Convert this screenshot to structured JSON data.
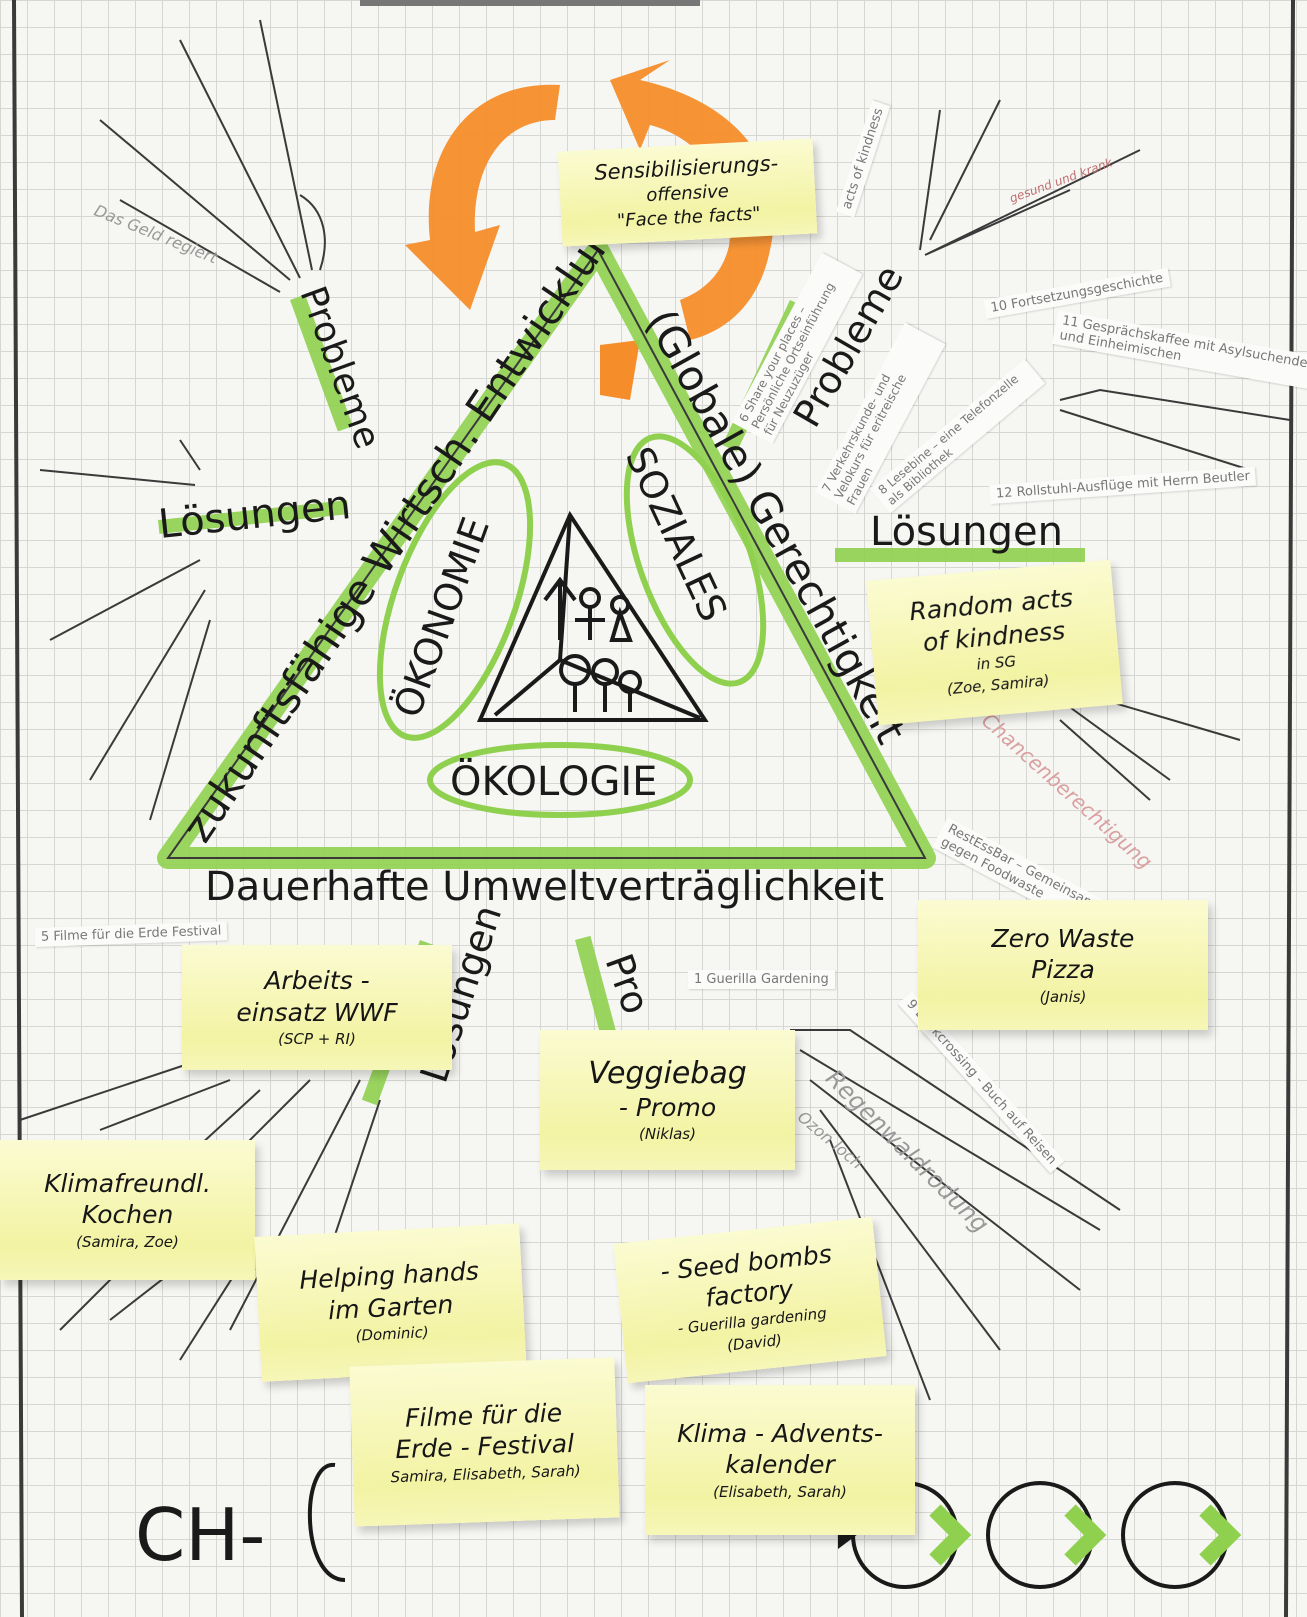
{
  "triangle": {
    "left_side": "zukunftsfähige Wirtsch. Entwicklung",
    "right_side": "(Globale) Gerechtigkeit",
    "bottom_side": "Dauerhafte Umweltverträglichkeit",
    "ovals": {
      "economy": "ÖKONOMIE",
      "social": "SOZIALES",
      "ecology": "ÖKOLOGIE"
    }
  },
  "headings": {
    "problems_left": "Probleme",
    "solutions_left": "Lösungen",
    "problems_right": "Probleme",
    "solutions_right": "Lösungen",
    "solutions_bottom": "Lösungen",
    "problems_bottom": "Pro"
  },
  "bottom_prefix": "CH-",
  "sticky_notes": [
    {
      "id": "sensibilisierung",
      "lines": [
        "Sensibilisierungs-",
        "offensive",
        "\"Face the facts\""
      ],
      "names": ""
    },
    {
      "id": "random-acts",
      "lines": [
        "Random acts",
        "of kindness",
        "in SG"
      ],
      "names": "(Zoe, Samira)"
    },
    {
      "id": "zero-waste",
      "lines": [
        "Zero Waste",
        "Pizza"
      ],
      "names": "(Janis)"
    },
    {
      "id": "arbeitseinsatz",
      "lines": [
        "Arbeits -",
        "einsatz WWF"
      ],
      "names": "(SCP + RI)"
    },
    {
      "id": "veggiebag",
      "lines": [
        "Veggiebag",
        "- Promo"
      ],
      "names": "(Niklas)"
    },
    {
      "id": "klimafreundl",
      "lines": [
        "Klimafreundl.",
        "Kochen"
      ],
      "names": "(Samira, Zoe)"
    },
    {
      "id": "helping-hands",
      "lines": [
        "Helping hands",
        "im Garten"
      ],
      "names": "(Dominic)"
    },
    {
      "id": "seed-bombs",
      "lines": [
        "- Seed bombs",
        "factory",
        "- Guerilla gardening"
      ],
      "names": "(David)"
    },
    {
      "id": "filme",
      "lines": [
        "Filme für die",
        "Erde - Festival"
      ],
      "names": "Samira, Elisabeth, Sarah)"
    },
    {
      "id": "klima-advent",
      "lines": [
        "Klima - Advents-",
        "kalender"
      ],
      "names": "(Elisabeth, Sarah)"
    }
  ],
  "printed_labels": {
    "acts_kindness": "acts of kindness",
    "share_places": "6 Share your places – Persönliche Ortseinführung für Neuzuzüger",
    "verkehrskunde": "7 Verkehrskunde- und Velokurs für eritreische Frauen",
    "lesebine": "8 Lesebine – eine Telefonzelle als Bibliothek",
    "fortsetzung": "10 Fortsetzungsgeschichte",
    "gespraech": "11 Gesprächskaffee mit Asylsuchenden und Einheimischen",
    "rollstuhl": "12 Rollstuhl-Ausflüge mit Herrn Beutler",
    "resteessbar": "RestEssBar – Gemeinsam gegen Foodwaste",
    "filme_label": "5 Filme für die Erde Festival",
    "guerilla_label": "1 Guerilla Gardening",
    "crossing": "9 Bookcrossing - Buch auf Reisen"
  },
  "handwritten_faint": {
    "geld": "Das Geld regiert",
    "regenwald": "Regenwaldrodung",
    "ozon": "Ozon loch",
    "gesund": "gesund und krank",
    "chancen": "Chancenberechtigung"
  },
  "colors": {
    "green": "#8fd14f",
    "orange": "#f58d2a",
    "note": "#f5f5b0",
    "ink": "#1a1a1a"
  }
}
